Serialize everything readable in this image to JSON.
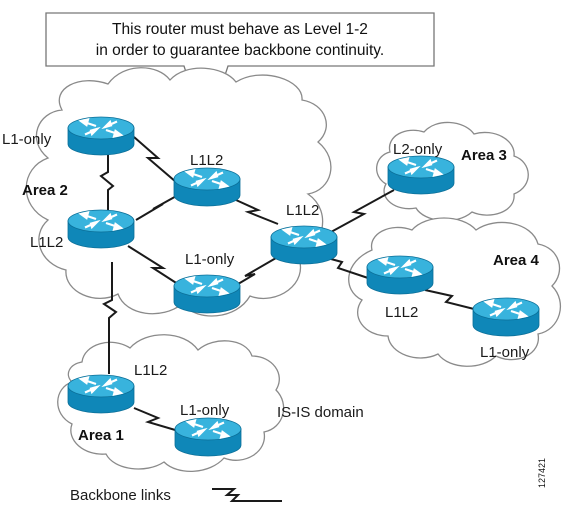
{
  "callout": {
    "line1": "This router must behave as Level 1-2",
    "line2": "in order to guarantee backbone continuity."
  },
  "areas": {
    "area1": "Area 1",
    "area2": "Area 2",
    "area3": "Area 3",
    "area4": "Area 4"
  },
  "routers": {
    "a2_top": "L1-only",
    "a2_mid": "L1L2",
    "center_top": "L1L2",
    "center_bottom": "L1-only",
    "core": "L1L2",
    "a3": "L2-only",
    "a4_left": "L1L2",
    "a4_right": "L1-only",
    "a1_top": "L1L2",
    "a1_right": "L1-only"
  },
  "domain_label": "IS-IS domain",
  "legend": {
    "backbone_label": "Backbone links"
  },
  "figure_number": "127421",
  "colors": {
    "router_body": "#0f87b8",
    "router_top": "#38b3dd",
    "router_side": "#0b6f98",
    "cloud_stroke": "#8a8a8a",
    "link": "#1a1a1a"
  }
}
